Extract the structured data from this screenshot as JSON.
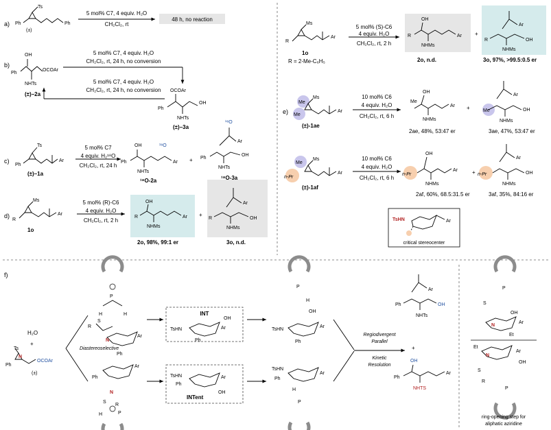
{
  "panels": {
    "a": {
      "label": "a)",
      "substrate_label": "(±)",
      "subst_ts": "Ts",
      "subst_ph": "Ph",
      "subst_ph2": "Ph",
      "cond_top": "5 mol% C7, 4 equiv. H₂O",
      "cond_bottom": "CH₂Cl₂, rt",
      "result": "48 h, no reaction"
    },
    "b": {
      "label": "b)",
      "cond1_top": "5 mol% C7, 4 equiv. H₂O",
      "cond1_bottom": "CH₂Cl₂, rt, 24 h, no conversion",
      "cond2_top": "5 mol% C7, 4 equiv. H₂O",
      "cond2_bottom": "CH₂Cl₂, rt, 24 h, no conversion",
      "cmpd_left": "(±)–2a",
      "cmpd_right": "(±)–3a",
      "grp_oh": "OH",
      "grp_ph": "Ph",
      "grp_ocoar": "OCOAr",
      "grp_nhts": "NHTs",
      "grp_ocoar2": "OCOAr",
      "grp_ph2": "Ph",
      "grp_oh2": "OH",
      "grp_nhts2": "NHTs"
    },
    "c": {
      "label": "c)",
      "cond_top": "5 mol% C7",
      "cond_mid": "4 equiv. H₂¹⁸O",
      "cond_bottom": "CH₂Cl₂, rt, 24 h",
      "substrate": "(±)–1a",
      "prod1": "¹⁸O-2a",
      "prod2": "¹⁸O-3a",
      "ts": "Ts",
      "ph": "Ph",
      "ar": "Ar",
      "oh": "OH",
      "o18": "¹⁸O",
      "nhts": "NHTs",
      "plus": "+"
    },
    "d": {
      "label": "d)",
      "cond_top": "5 mol% (R)-C6",
      "cond_mid": "4 equiv. H₂O",
      "cond_bottom": "CH₂Cl₂, rt, 2 h",
      "substrate": "1o",
      "prod1": "2o, 98%, 99:1 er",
      "prod2": "3o, n.d.",
      "ms": "Ms",
      "r": "R",
      "ar": "Ar",
      "oh": "OH",
      "nhms": "NHMs",
      "plus": "+"
    },
    "top_right": {
      "cond_top": "5 mol% (S)-C6",
      "cond_mid": "4 equiv. H₂O",
      "cond_bottom": "CH₂Cl₂, rt, 2 h",
      "substrate": "1o",
      "r_def": "R = 2-Me-C₆H₅",
      "prod1": "2o, n.d.",
      "prod2": "3o, 97%, >99.5:0.5 er",
      "ms": "Ms",
      "r": "R",
      "ar": "Ar",
      "oh": "OH",
      "nhms": "NHMs",
      "plus": "+"
    },
    "e": {
      "label": "e)",
      "cond_top": "10 mol% C6",
      "cond_mid": "4 equiv. H₂O",
      "cond_bottom": "CH₂Cl₂, rt, 6 h",
      "substrate": "(±)-1ae",
      "prod1": "2ae, 48%, 53:47 er",
      "prod2": "3ae, 47%, 53:47 er",
      "ms": "Ms",
      "me": "Me",
      "ar": "Ar",
      "oh": "OH",
      "nhms": "NHMs",
      "plus": "+"
    },
    "e2": {
      "cond_top": "10 mol% C6",
      "cond_mid": "4 equiv. H₂O",
      "cond_bottom": "CH₂Cl₂, rt, 6 h",
      "substrate": "(±)-1af",
      "prod1": "2af, 60%, 68.5:31.5 er",
      "prod2": "3af, 35%, 84:16 er",
      "npr": "n-Pr",
      "ms": "Ms",
      "me": "Me",
      "ar": "Ar",
      "oh": "OH",
      "nhms": "NHMs",
      "plus": "+",
      "box_tshn": "TsHN",
      "box_ar": "Ar",
      "box_caption": "critical stereocenter"
    },
    "f": {
      "label": "f)",
      "h2o": "H₂O",
      "plus": "+",
      "ts": "Ts",
      "ph": "Ph",
      "n": "N",
      "ocoar": "OCOAr",
      "racemic": "(±)",
      "diastereo": "Diastereoselective",
      "int": "INT",
      "int_ent": "INTent",
      "tshn": "TsHN",
      "ar": "Ar",
      "oh": "OH",
      "r": "R",
      "o": "O",
      "h": "H",
      "p": "P",
      "s": "S",
      "center_text": [
        "Regiodivergent",
        "Parallel",
        "Kinetic",
        "Resolution"
      ],
      "prod_nhts": "NHTs",
      "prod_nhts2": "NHTS",
      "ring_caption": [
        "ring-opening step for",
        "aliphatic aziridine"
      ],
      "et": "Et"
    }
  },
  "colors": {
    "teal_box": "#d5ebec",
    "gray_box": "#e6e6e6",
    "purple_circle": "#c9c6ec",
    "orange_circle": "#f7cfae",
    "blue_atom": "#1f4fa0",
    "red_atom": "#b22222",
    "catalyst_gray": "#8c8c8c"
  }
}
